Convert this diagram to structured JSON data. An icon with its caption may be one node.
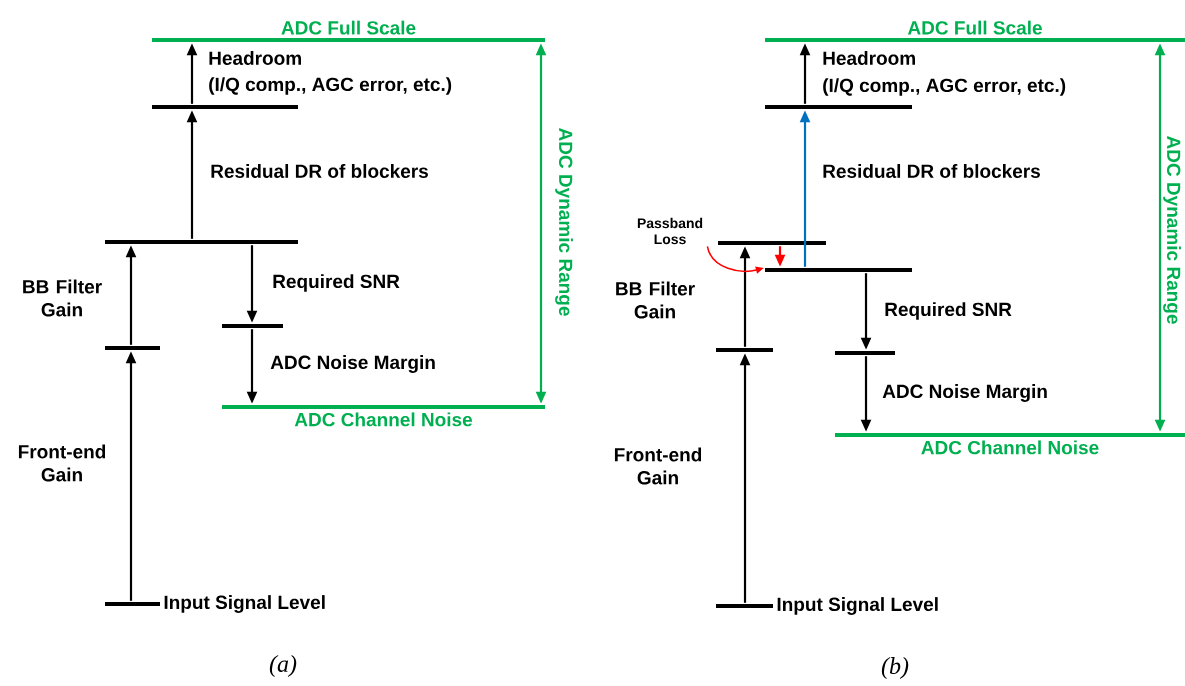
{
  "diagram": {
    "nodes": [
      {
        "text": [
          "ADC Full Scale"
        ]
      },
      {
        "text": [],
        "shape": "bar"
      },
      {
        "text": [],
        "shape": "bar"
      },
      {
        "text": [],
        "shape": "bar"
      },
      {
        "text": [
          "Input Signal Level"
        ]
      },
      {
        "text": [],
        "shape": "bar"
      },
      {
        "text": [
          "ADC Channel Noise"
        ]
      },
      {
        "text": [
          "ADC Full Scale"
        ]
      },
      {
        "text": [],
        "shape": "bar"
      },
      {
        "text": [],
        "shape": "bar"
      },
      {
        "text": [],
        "shape": "bar"
      },
      {
        "text": [],
        "shape": "bar"
      },
      {
        "text": [
          "Input Signal Level"
        ]
      },
      {
        "text": [],
        "shape": "bar"
      },
      {
        "text": [
          "ADC Channel Noise"
        ]
      },
      {
        "text": [
          "Passband Loss"
        ]
      }
    ],
    "edges": [
      {
        "from": 4,
        "to": 3,
        "arrow": "to",
        "label": "Front-end Gain"
      },
      {
        "from": 3,
        "to": 2,
        "arrow": "to",
        "label": "BB Filter Gain"
      },
      {
        "from": 2,
        "to": 1,
        "arrow": "to",
        "label": "Residual DR of blockers"
      },
      {
        "from": 1,
        "to": 0,
        "arrow": "to",
        "label": "Headroom"
      },
      {
        "from": 2,
        "to": 5,
        "arrow": "to",
        "label": "Required SNR"
      },
      {
        "from": 5,
        "to": 6,
        "arrow": "to",
        "label": "ADC Noise Margin"
      },
      {
        "from": 0,
        "to": 6,
        "arrow": "both",
        "label": "ADC Dynamic Range",
        "color": "#00b050"
      },
      {
        "from": 12,
        "to": 11,
        "arrow": "to",
        "label": "Front-end Gain"
      },
      {
        "from": 11,
        "to": 9,
        "arrow": "to",
        "label": "BB Filter Gain"
      },
      {
        "from": 9,
        "to": 10,
        "arrow": "to",
        "color": "#ff0000"
      },
      {
        "from": 10,
        "to": 8,
        "arrow": "to",
        "label": "Residual DR of blockers",
        "color": "#0070c0"
      },
      {
        "from": 8,
        "to": 7,
        "arrow": "to",
        "label": "Headroom"
      },
      {
        "from": 10,
        "to": 13,
        "arrow": "to",
        "label": "Required SNR"
      },
      {
        "from": 13,
        "to": 14,
        "arrow": "to",
        "label": "ADC Noise Margin"
      },
      {
        "from": 7,
        "to": 14,
        "arrow": "both",
        "label": "ADC Dynamic Range",
        "color": "#00b050"
      },
      {
        "from": 15,
        "to": 10,
        "arrow": "to",
        "color": "#ff0000"
      }
    ],
    "labels": [
      "(I/Q comp., AGC error, etc.)",
      "(I/Q comp., AGC error, etc.)",
      "(a)",
      "(b)"
    ]
  }
}
